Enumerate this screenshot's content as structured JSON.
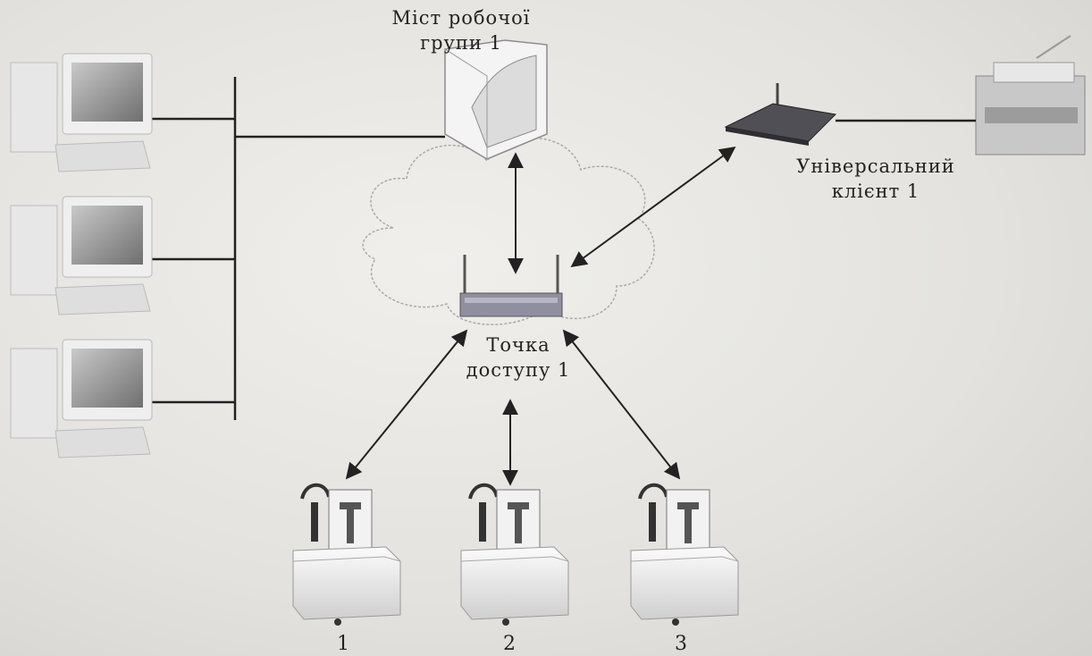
{
  "bridge": {
    "label_line1": "Міст робочої",
    "label_line2": "групи 1"
  },
  "client": {
    "label_line1": "Універсальний",
    "label_line2": "клієнт 1"
  },
  "access_point": {
    "label_line1": "Точка",
    "label_line2": "доступу 1"
  },
  "stations": [
    {
      "number": "1"
    },
    {
      "number": "2"
    },
    {
      "number": "3"
    }
  ]
}
